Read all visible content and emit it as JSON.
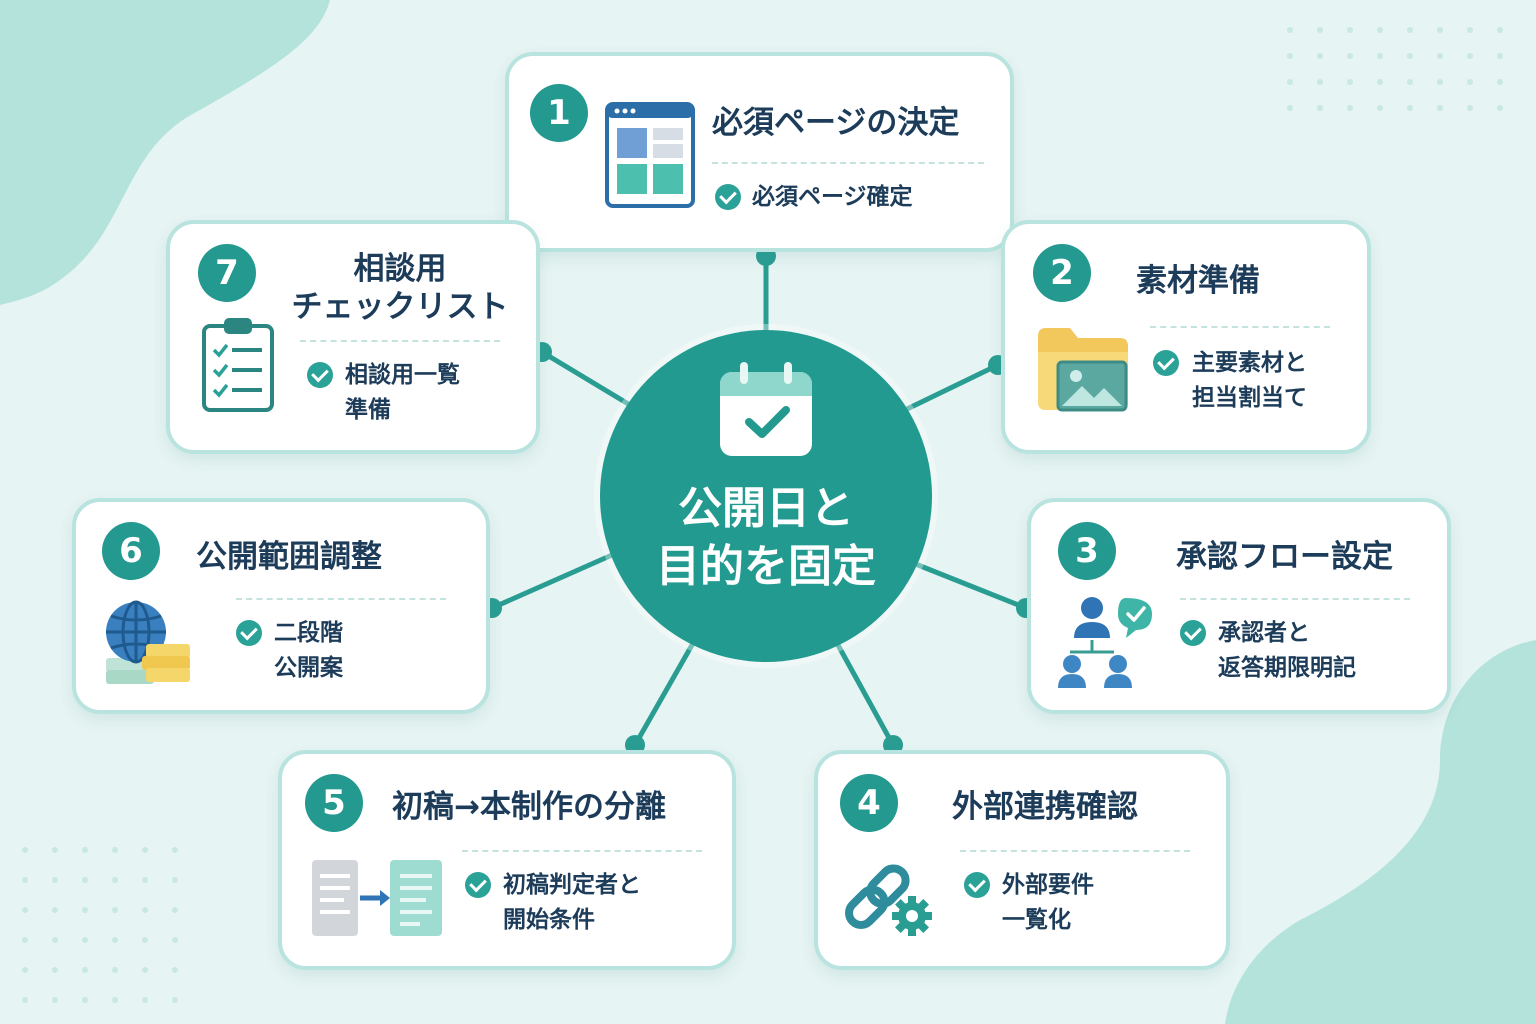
{
  "hub": {
    "line1": "公開日と",
    "line2": "目的を固定"
  },
  "steps": [
    {
      "number": "1",
      "title": "必須ページの決定",
      "items": [
        "必須ページ確定"
      ]
    },
    {
      "number": "2",
      "title": "素材準備",
      "items": [
        "主要素材と",
        "担当割当て"
      ]
    },
    {
      "number": "3",
      "title": "承認フロー設定",
      "items": [
        "承認者と",
        "返答期限明記"
      ]
    },
    {
      "number": "4",
      "title": "外部連携確認",
      "items": [
        "外部要件",
        "一覧化"
      ]
    },
    {
      "number": "5",
      "title": "初稿→本制作の分離",
      "items": [
        "初稿判定者と",
        "開始条件"
      ]
    },
    {
      "number": "6",
      "title": "公開範囲調整",
      "items": [
        "二段階",
        "公開案"
      ]
    },
    {
      "number": "7",
      "title": "相談用",
      "title2": "チェックリスト",
      "items": [
        "相談用一覧",
        "準備"
      ]
    }
  ],
  "colors": {
    "primary": "#229a90",
    "card_border": "#b9e3df",
    "background": "#e6f4f3",
    "text": "#1d3c5a",
    "accent_yellow": "#f5d66b",
    "accent_blue": "#3a7fbf"
  },
  "icons": [
    "calendar-check-icon",
    "browser-layout-icon",
    "folder-image-icon",
    "team-approval-icon",
    "link-gear-icon",
    "document-arrow-icon",
    "globe-stack-icon",
    "clipboard-checklist-icon"
  ]
}
